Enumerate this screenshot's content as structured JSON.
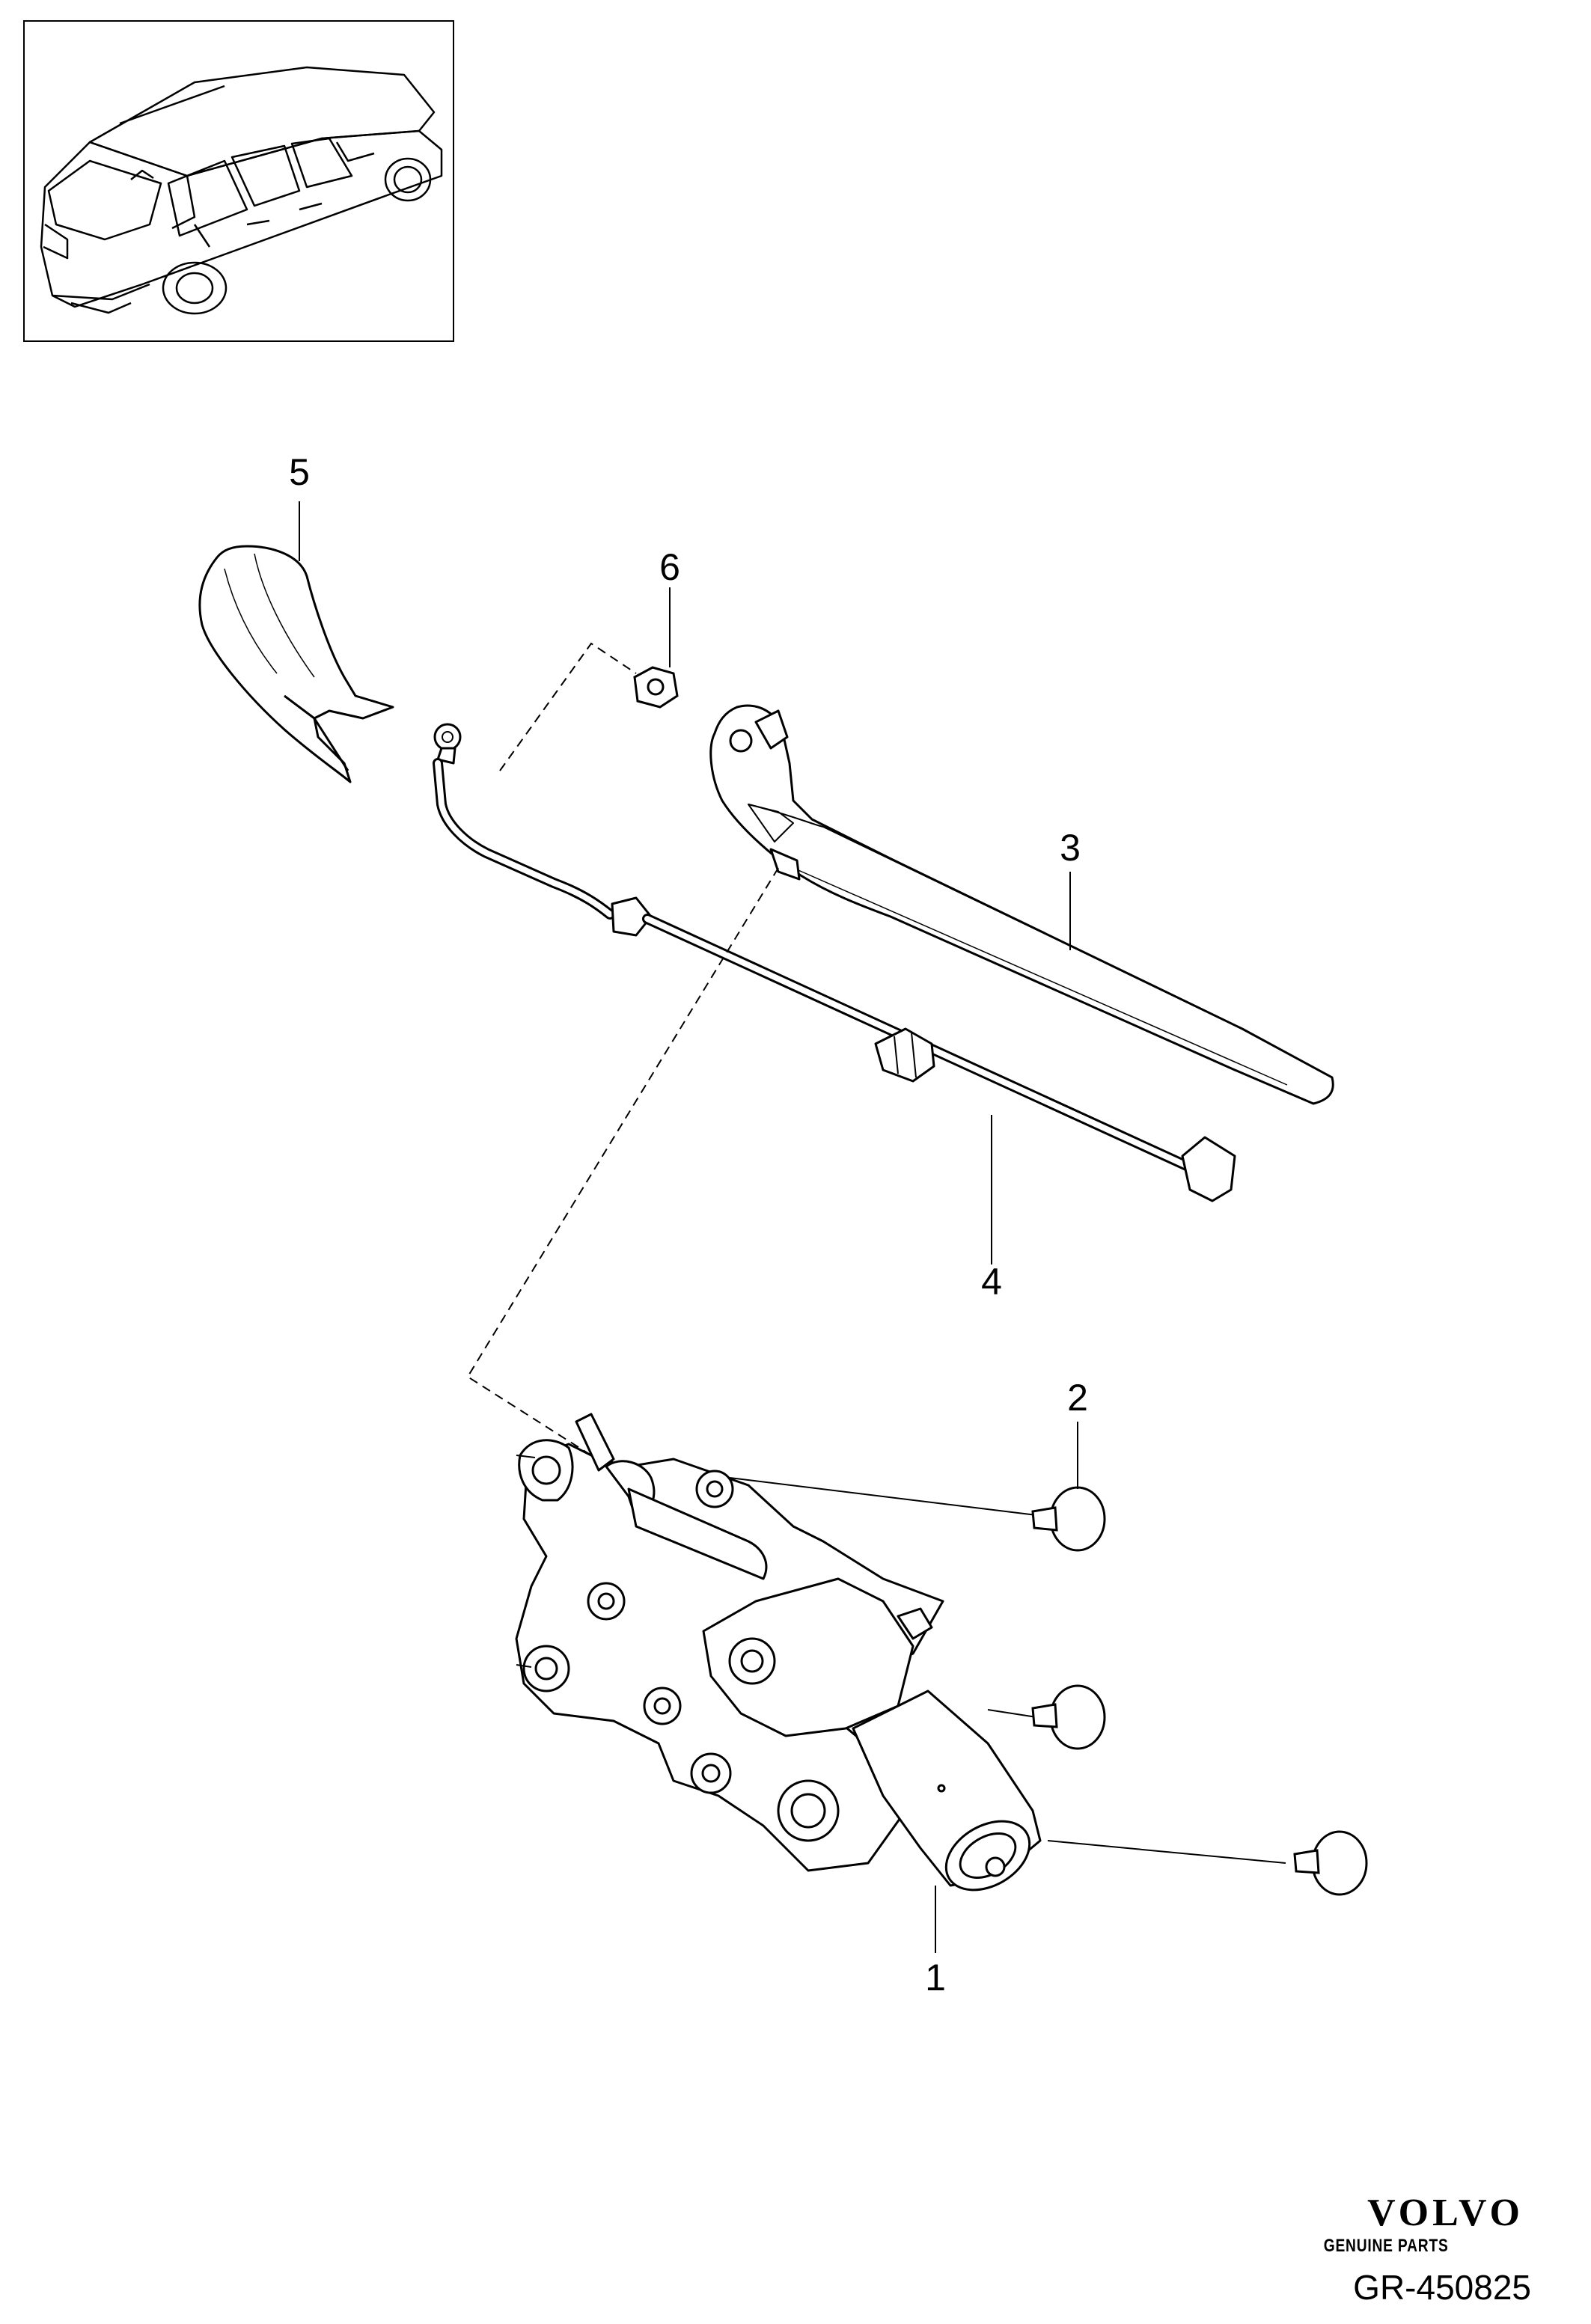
{
  "callouts": {
    "motor": "1",
    "grommet": "2",
    "arm": "3",
    "hose": "4",
    "cover": "5",
    "nut": "6"
  },
  "brand": {
    "name": "VOLVO",
    "tagline": "GENUINE PARTS"
  },
  "reference": "GR-450825",
  "colors": {
    "line": "#000000",
    "background": "#ffffff",
    "shade": "#f2f2f2"
  }
}
